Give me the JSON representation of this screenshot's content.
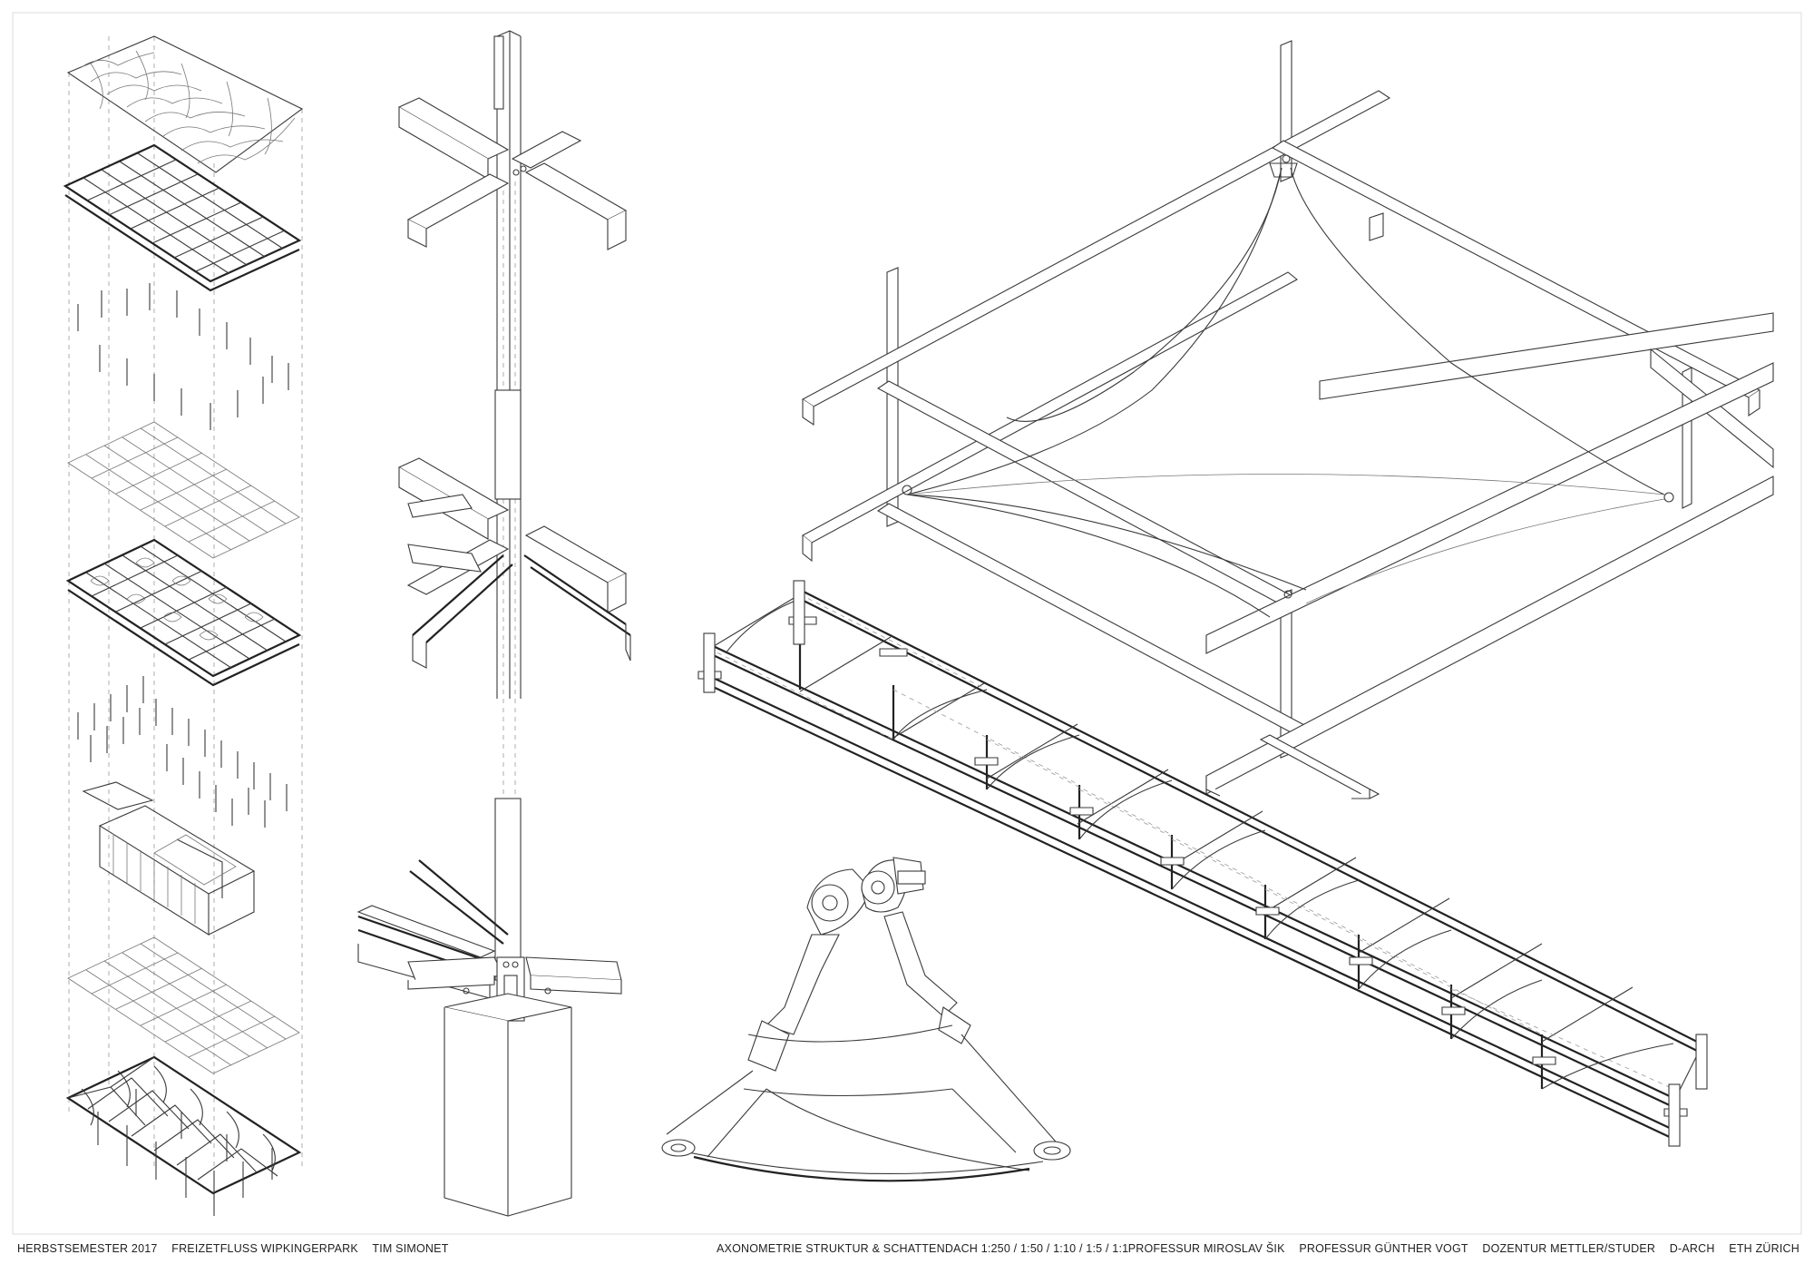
{
  "footer": {
    "left": [
      "HERBSTSEMESTER 2017",
      "FREIZETFLUSS WIPKINGERPARK",
      "TIM SIMONET"
    ],
    "center": "AXONOMETRIE STRUKTUR & SCHATTENDACH 1:250 / 1:50 / 1:10 / 1:5 / 1:1",
    "right": [
      "PROFESSUR MIROSLAV ŠIK",
      "PROFESSUR GÜNTHER VOGT",
      "DOZENTUR METTLER/STUDER",
      "D-ARCH",
      "ETH ZÜRICH"
    ]
  },
  "colors": {
    "line": "#3a3a3a",
    "background": "#ffffff"
  }
}
